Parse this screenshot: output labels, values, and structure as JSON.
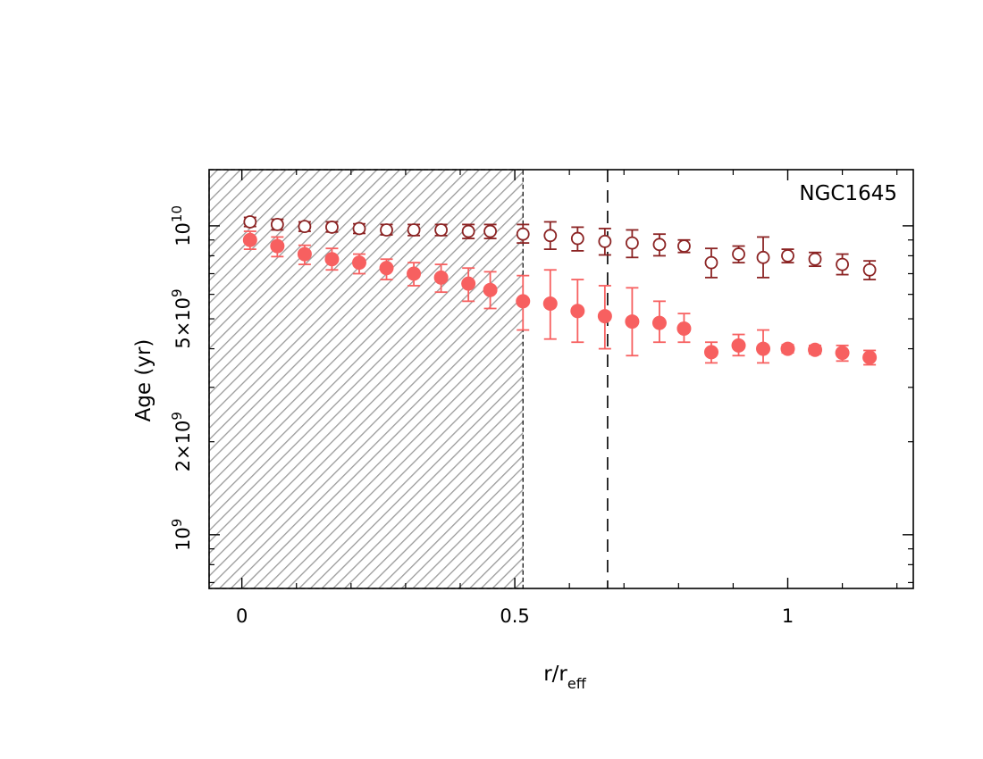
{
  "chart_data": {
    "type": "scatter",
    "title": "",
    "annotation": "NGC1645",
    "xlabel": {
      "base": "r/r",
      "sub": "eff"
    },
    "ylabel": "Age (yr)",
    "xlim": [
      -0.06,
      1.23
    ],
    "ylim": [
      670000000,
      15200000000
    ],
    "yscale": "log",
    "grid": false,
    "legend": "none",
    "x_ticks": [
      {
        "value": 0,
        "label": "0"
      },
      {
        "value": 0.5,
        "label": "0.5"
      },
      {
        "value": 1,
        "label": "1"
      }
    ],
    "y_ticks": [
      {
        "value": 1000000000,
        "base": "10",
        "sup": "9"
      },
      {
        "value": 2000000000,
        "base": "2×10",
        "sup": "9"
      },
      {
        "value": 5000000000,
        "base": "5×10",
        "sup": "9"
      },
      {
        "value": 10000000000,
        "base": "10",
        "sup": "10"
      }
    ],
    "shaded_region": {
      "x": [
        -0.06,
        0.515
      ],
      "pattern": "diagonal-hatch",
      "color": "#999999"
    },
    "vline": {
      "x": 0.67,
      "style": "dashed",
      "color": "#000000"
    },
    "series": [
      {
        "marker": "open-circle",
        "color": "#8b2323",
        "points": [
          {
            "x": 0.015,
            "y": 10300000000,
            "lo": 9950000000,
            "hi": 10650000000
          },
          {
            "x": 0.065,
            "y": 10100000000,
            "lo": 9700000000,
            "hi": 10500000000
          },
          {
            "x": 0.115,
            "y": 9950000000,
            "lo": 9600000000,
            "hi": 10300000000
          },
          {
            "x": 0.165,
            "y": 9900000000,
            "lo": 9550000000,
            "hi": 10300000000
          },
          {
            "x": 0.215,
            "y": 9800000000,
            "lo": 9450000000,
            "hi": 10150000000
          },
          {
            "x": 0.265,
            "y": 9700000000,
            "lo": 9350000000,
            "hi": 10100000000
          },
          {
            "x": 0.315,
            "y": 9700000000,
            "lo": 9300000000,
            "hi": 10100000000
          },
          {
            "x": 0.365,
            "y": 9700000000,
            "lo": 9300000000,
            "hi": 10100000000
          },
          {
            "x": 0.415,
            "y": 9600000000,
            "lo": 9100000000,
            "hi": 10100000000
          },
          {
            "x": 0.455,
            "y": 9600000000,
            "lo": 9100000000,
            "hi": 10100000000
          },
          {
            "x": 0.515,
            "y": 9400000000,
            "lo": 8800000000,
            "hi": 10100000000
          },
          {
            "x": 0.565,
            "y": 9300000000,
            "lo": 8400000000,
            "hi": 10300000000
          },
          {
            "x": 0.615,
            "y": 9100000000,
            "lo": 8300000000,
            "hi": 9900000000
          },
          {
            "x": 0.665,
            "y": 8900000000,
            "lo": 8050000000,
            "hi": 9800000000
          },
          {
            "x": 0.715,
            "y": 8800000000,
            "lo": 7900000000,
            "hi": 9700000000
          },
          {
            "x": 0.765,
            "y": 8700000000,
            "lo": 8000000000,
            "hi": 9400000000
          },
          {
            "x": 0.81,
            "y": 8600000000,
            "lo": 8200000000,
            "hi": 9000000000
          },
          {
            "x": 0.86,
            "y": 7600000000,
            "lo": 6800000000,
            "hi": 8450000000
          },
          {
            "x": 0.91,
            "y": 8100000000,
            "lo": 7600000000,
            "hi": 8600000000
          },
          {
            "x": 0.955,
            "y": 7900000000,
            "lo": 6800000000,
            "hi": 9200000000
          },
          {
            "x": 1.0,
            "y": 8000000000,
            "lo": 7600000000,
            "hi": 8400000000
          },
          {
            "x": 1.05,
            "y": 7800000000,
            "lo": 7400000000,
            "hi": 8200000000
          },
          {
            "x": 1.1,
            "y": 7500000000,
            "lo": 6950000000,
            "hi": 8100000000
          },
          {
            "x": 1.15,
            "y": 7200000000,
            "lo": 6700000000,
            "hi": 7700000000
          }
        ]
      },
      {
        "marker": "filled-circle",
        "color": "#f76060",
        "points": [
          {
            "x": 0.015,
            "y": 9000000000,
            "lo": 8400000000,
            "hi": 9600000000
          },
          {
            "x": 0.065,
            "y": 8600000000,
            "lo": 7950000000,
            "hi": 9200000000
          },
          {
            "x": 0.115,
            "y": 8100000000,
            "lo": 7500000000,
            "hi": 8650000000
          },
          {
            "x": 0.165,
            "y": 7800000000,
            "lo": 7200000000,
            "hi": 8450000000
          },
          {
            "x": 0.215,
            "y": 7600000000,
            "lo": 7000000000,
            "hi": 8100000000
          },
          {
            "x": 0.265,
            "y": 7300000000,
            "lo": 6700000000,
            "hi": 7800000000
          },
          {
            "x": 0.315,
            "y": 7000000000,
            "lo": 6400000000,
            "hi": 7600000000
          },
          {
            "x": 0.365,
            "y": 6800000000,
            "lo": 6100000000,
            "hi": 7500000000
          },
          {
            "x": 0.415,
            "y": 6500000000,
            "lo": 5700000000,
            "hi": 7300000000
          },
          {
            "x": 0.455,
            "y": 6200000000,
            "lo": 5400000000,
            "hi": 7100000000
          },
          {
            "x": 0.515,
            "y": 5700000000,
            "lo": 4600000000,
            "hi": 6900000000
          },
          {
            "x": 0.565,
            "y": 5600000000,
            "lo": 4300000000,
            "hi": 7200000000
          },
          {
            "x": 0.615,
            "y": 5300000000,
            "lo": 4200000000,
            "hi": 6700000000
          },
          {
            "x": 0.665,
            "y": 5100000000,
            "lo": 4000000000,
            "hi": 6400000000
          },
          {
            "x": 0.715,
            "y": 4900000000,
            "lo": 3800000000,
            "hi": 6300000000
          },
          {
            "x": 0.765,
            "y": 4850000000,
            "lo": 4200000000,
            "hi": 5700000000
          },
          {
            "x": 0.81,
            "y": 4650000000,
            "lo": 4200000000,
            "hi": 5200000000
          },
          {
            "x": 0.86,
            "y": 3900000000,
            "lo": 3600000000,
            "hi": 4200000000
          },
          {
            "x": 0.91,
            "y": 4100000000,
            "lo": 3800000000,
            "hi": 4450000000
          },
          {
            "x": 0.955,
            "y": 4000000000,
            "lo": 3600000000,
            "hi": 4600000000
          },
          {
            "x": 1.0,
            "y": 4000000000,
            "lo": 3880000000,
            "hi": 4120000000
          },
          {
            "x": 1.05,
            "y": 3970000000,
            "lo": 3850000000,
            "hi": 4100000000
          },
          {
            "x": 1.1,
            "y": 3880000000,
            "lo": 3650000000,
            "hi": 4100000000
          },
          {
            "x": 1.15,
            "y": 3750000000,
            "lo": 3550000000,
            "hi": 3950000000
          }
        ]
      }
    ]
  }
}
